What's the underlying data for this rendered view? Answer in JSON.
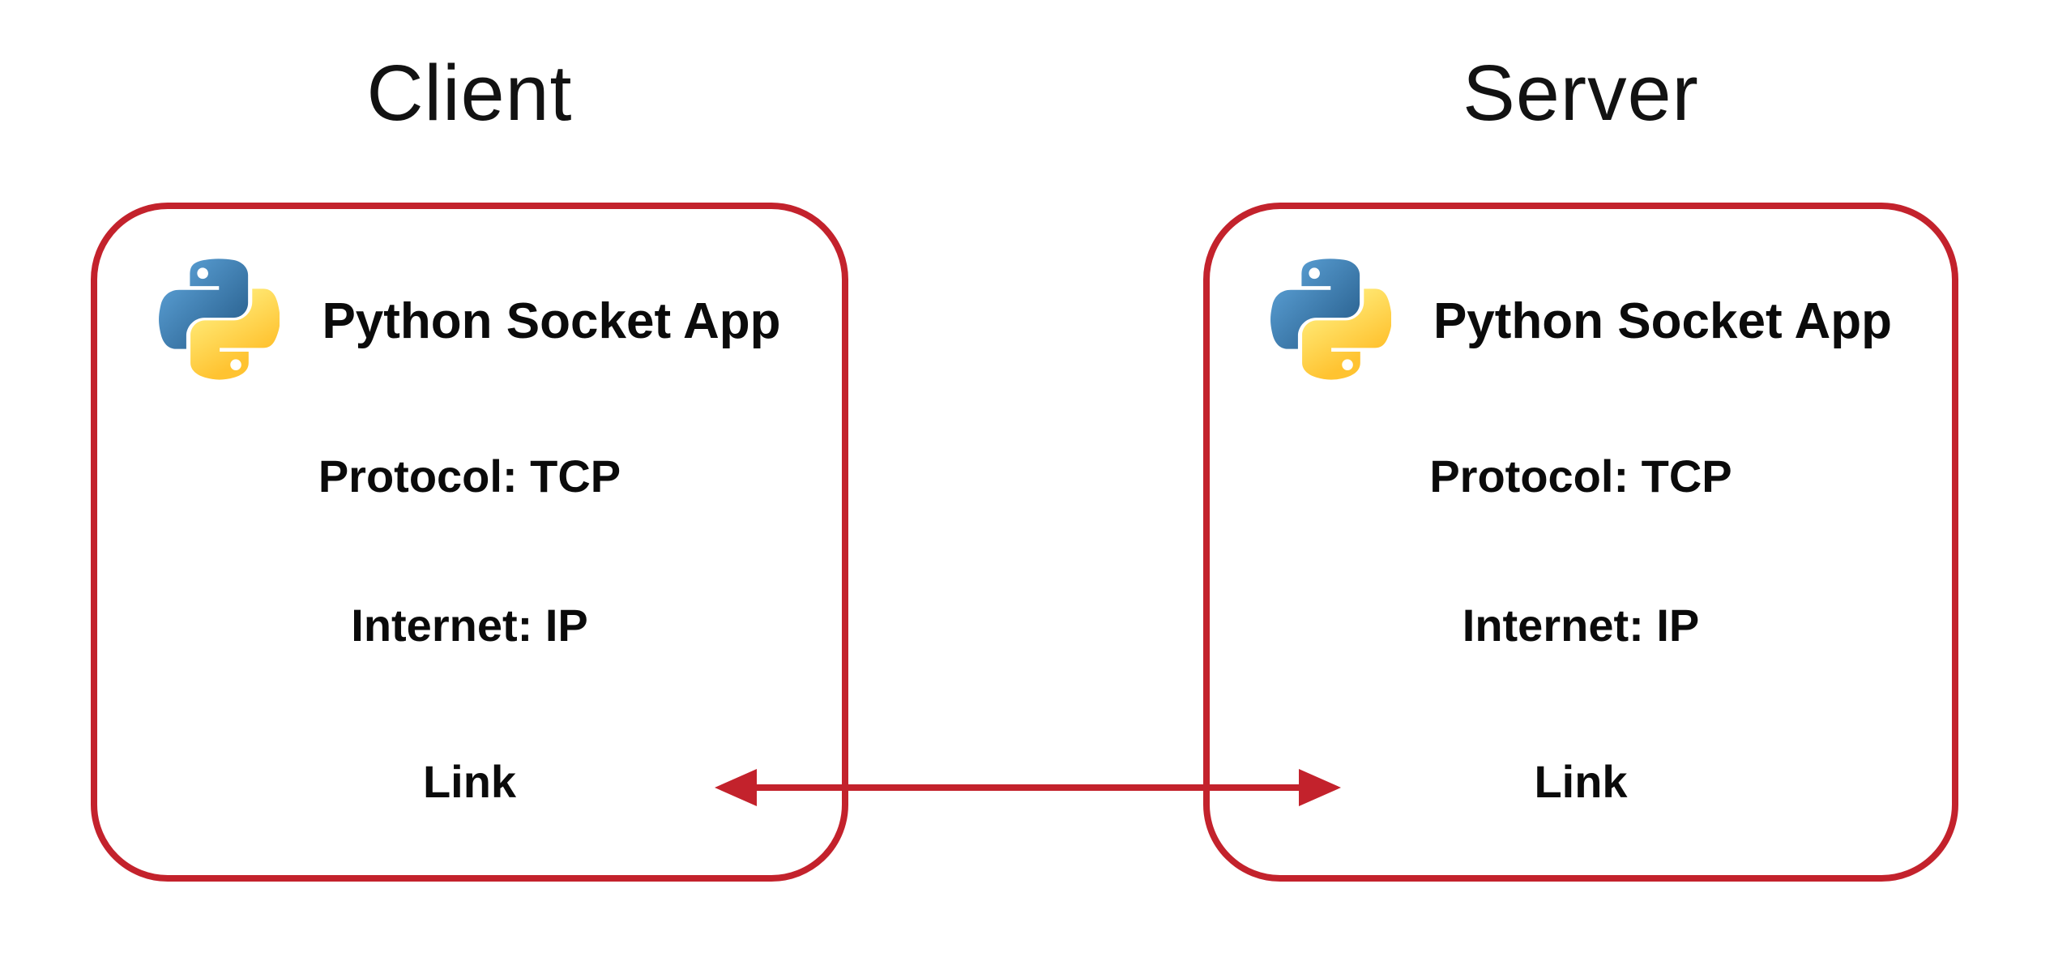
{
  "colors": {
    "red": "#C3222C",
    "title_text": "#121212",
    "body_text": "#0B0B0B",
    "background": "#FFFFFF",
    "python_blue_light": "#5A9FD4",
    "python_blue_dark": "#306998",
    "python_yellow_light": "#FFE873",
    "python_yellow_dark": "#FFC331"
  },
  "client": {
    "title": "Client",
    "app_label": "Python Socket App",
    "layers": [
      "Protocol: TCP",
      "Internet: IP",
      "Link"
    ]
  },
  "server": {
    "title": "Server",
    "app_label": "Python Socket App",
    "layers": [
      "Protocol: TCP",
      "Internet: IP",
      "Link"
    ]
  },
  "link_arrow": {
    "type": "bidirectional",
    "connects": [
      "Client Link",
      "Server Link"
    ]
  }
}
